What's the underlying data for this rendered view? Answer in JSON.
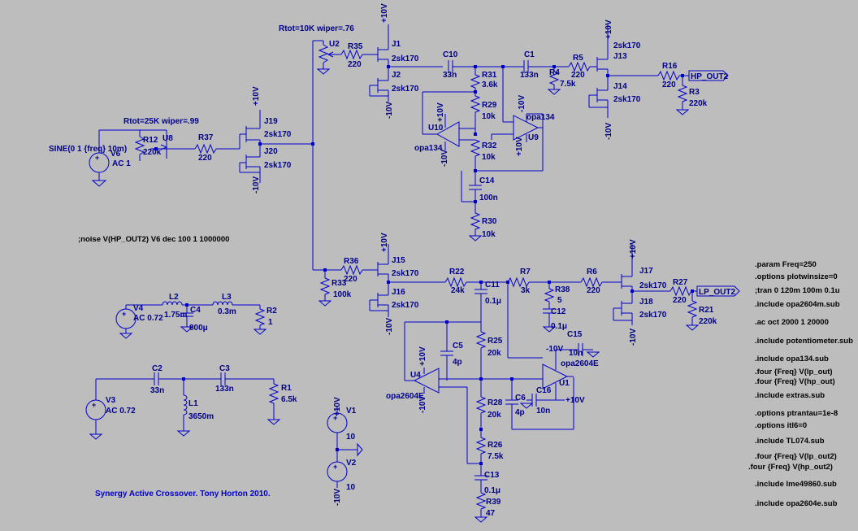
{
  "title": "Synergy Active Crossover. Tony Horton 2010.",
  "noise_directive": ";noise V(HP_OUT2) V6 dec 100 1 1000000",
  "directives": [
    ".param Freq=250",
    ".options plotwinsize=0",
    ";tran 0 120m 100m 0.1u",
    ".include opa2604m.sub",
    ".ac oct 2000 1 20000",
    ".include potentiometer.sub",
    ".include opa134.sub",
    ".four {Freq} V(lp_out)",
    ".four {Freq} V(hp_out)",
    ".include extras.sub",
    ".options ptrantau=1e-8",
    ".options itl6=0",
    ".include TL074.sub",
    ".four {Freq} V(lp_out2)",
    ".four {Freq} V(hp_out2)",
    ".include lme49860.sub",
    ".include opa2604e.sub"
  ],
  "labels": {
    "pot_u2": "Rtot=10K wiper=.76",
    "pot_u8": "Rtot=25K wiper=.99",
    "source_v6": "SINE(0 1 {freq} 10m)",
    "v6": "V6",
    "v6_ac": "AC 1",
    "u2": "U2",
    "u8": "U8",
    "r12": "R12",
    "r12v": "220k",
    "r37": "R37",
    "r37v": "220",
    "r35": "R35",
    "r35v": "220",
    "j1": "J1",
    "j1t": "2sk170",
    "j2": "J2",
    "j2t": "2sk170",
    "j19": "J19",
    "j19t": "2sk170",
    "j20": "J20",
    "j20t": "2sk170",
    "j13": "J13",
    "j13t": "2sk170",
    "j14": "J14",
    "j14t": "2sk170",
    "j15": "J15",
    "j15t": "2sk170",
    "j16": "J16",
    "j16t": "2sk170",
    "j17": "J17",
    "j17t": "2sk170",
    "j18": "J18",
    "j18t": "2sk170",
    "c10": "C10",
    "c10v": "33n",
    "c1": "C1",
    "c1v": "133n",
    "r31": "R31",
    "r31v": "3.6k",
    "r29": "R29",
    "r29v": "10k",
    "r32": "R32",
    "r32v": "10k",
    "r30": "R30",
    "r30v": "10k",
    "c14": "C14",
    "c14v": "100n",
    "r4": "R4",
    "r4v": "7.5k",
    "r5": "R5",
    "r5v": "220",
    "r16": "R16",
    "r16v": "220",
    "r3": "R3",
    "r3v": "220k",
    "hp_out2": "HP_OUT2",
    "lp_out2": "LP_OUT2",
    "u10": "U10",
    "u10t": "opa134",
    "u9": "U9",
    "u9t": "opa134",
    "r36": "R36",
    "r36v": "220",
    "r33": "R33",
    "r33v": "100k",
    "r22": "R22",
    "r22v": "24k",
    "c11": "C11",
    "c11v": "0.1μ",
    "r7": "R7",
    "r7v": "3k",
    "r38": "R38",
    "r38v": "5",
    "c12": "C12",
    "c12v": "0.1μ",
    "r6": "R6",
    "r6v": "220",
    "r27": "R27",
    "r27v": "220",
    "r21": "R21",
    "r21v": "220k",
    "c5": "C5",
    "c5v": "4p",
    "r25": "R25",
    "r25v": "20k",
    "u4": "U4",
    "u4t": "opa2604E",
    "u1": "U1",
    "u1t": "opa2604E",
    "c15": "C15",
    "c15v": "10n",
    "c16": "C16",
    "c16v": "10n",
    "c6": "C6",
    "c6v": "4p",
    "r28": "R28",
    "r28v": "20k",
    "r26": "R26",
    "r26v": "7.5k",
    "c13": "C13",
    "c13v": "0.1μ",
    "r39": "R39",
    "r39v": "47",
    "v4": "V4",
    "v4ac": "AC 0.72",
    "l2": "L2",
    "l2v": "1.75m",
    "c4": "C4",
    "c4v": "800μ",
    "l3": "L3",
    "l3v": "0.3m",
    "r2": "R2",
    "r2v": "1",
    "v3": "V3",
    "v3ac": "AC 0.72",
    "c2": "C2",
    "c2v": "33n",
    "c3": "C3",
    "c3v": "133n",
    "l1": "L1",
    "l1v": "3650m",
    "r1": "R1",
    "r1v": "6.5k",
    "v1": "V1",
    "v1v": "10",
    "v2": "V2",
    "v2v": "10",
    "p10": "+10V",
    "n10": "-10V"
  },
  "colors": {
    "background": "#bdbdbd",
    "wire": "#0000cc",
    "text": "#00008b",
    "directive": "#000000"
  }
}
